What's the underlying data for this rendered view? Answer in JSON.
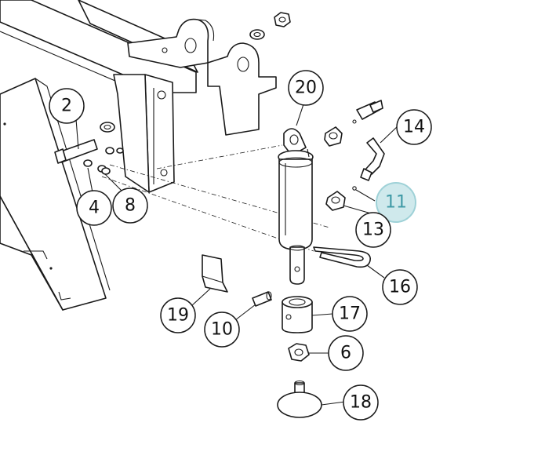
{
  "callouts": [
    {
      "id": "2",
      "label": "2",
      "highlighted": false
    },
    {
      "id": "4",
      "label": "4",
      "highlighted": false
    },
    {
      "id": "8",
      "label": "8",
      "highlighted": false
    },
    {
      "id": "20",
      "label": "20",
      "highlighted": false
    },
    {
      "id": "14",
      "label": "14",
      "highlighted": false
    },
    {
      "id": "11",
      "label": "11",
      "highlighted": true
    },
    {
      "id": "13",
      "label": "13",
      "highlighted": false
    },
    {
      "id": "16",
      "label": "16",
      "highlighted": false
    },
    {
      "id": "19",
      "label": "19",
      "highlighted": false
    },
    {
      "id": "10",
      "label": "10",
      "highlighted": false
    },
    {
      "id": "17",
      "label": "17",
      "highlighted": false
    },
    {
      "id": "6",
      "label": "6",
      "highlighted": false
    },
    {
      "id": "18",
      "label": "18",
      "highlighted": false
    }
  ],
  "colors": {
    "highlight_fill": "#cfe9ec",
    "highlight_text": "#3f9aa6",
    "line": "#1a1a1a"
  }
}
